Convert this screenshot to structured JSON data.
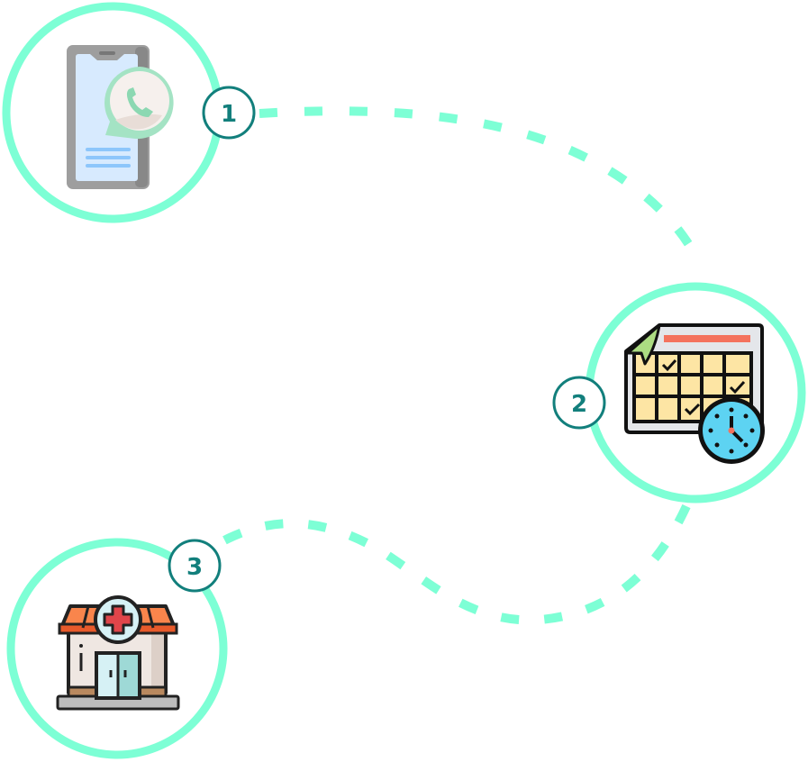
{
  "diagram": {
    "title": "",
    "colors": {
      "ring": "#7dffd5",
      "path": "#7dffd5",
      "badge": "#127f7c"
    },
    "steps": [
      {
        "number": "1",
        "icon": "smartphone-whatsapp-icon",
        "label": ""
      },
      {
        "number": "2",
        "icon": "calendar-clock-icon",
        "label": ""
      },
      {
        "number": "3",
        "icon": "clinic-building-icon",
        "label": ""
      }
    ],
    "connectors": [
      {
        "from": "1",
        "to": "2",
        "style": "dashed"
      },
      {
        "from": "2",
        "to": "3",
        "style": "dashed"
      }
    ]
  }
}
